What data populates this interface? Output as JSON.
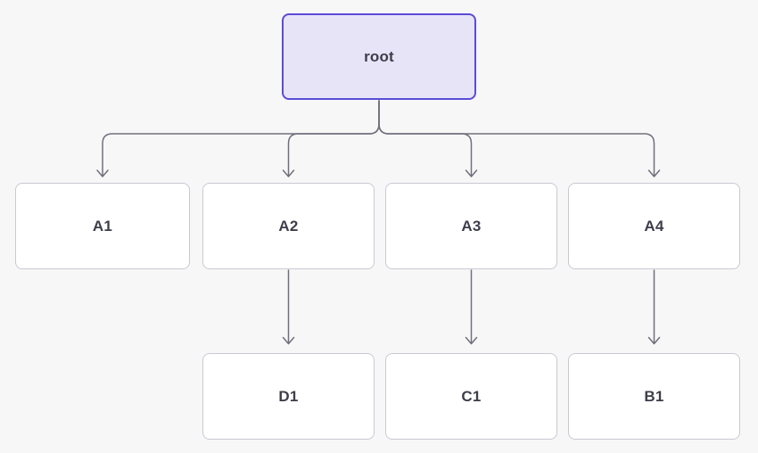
{
  "diagram": {
    "type": "tree",
    "nodes": {
      "root": {
        "label": "root",
        "role": "root"
      },
      "a1": {
        "label": "A1"
      },
      "a2": {
        "label": "A2"
      },
      "a3": {
        "label": "A3"
      },
      "a4": {
        "label": "A4"
      },
      "d1": {
        "label": "D1"
      },
      "c1": {
        "label": "C1"
      },
      "b1": {
        "label": "B1"
      }
    },
    "edges": [
      {
        "from": "root",
        "to": "A1"
      },
      {
        "from": "root",
        "to": "A2"
      },
      {
        "from": "root",
        "to": "A3"
      },
      {
        "from": "root",
        "to": "A4"
      },
      {
        "from": "A2",
        "to": "D1"
      },
      {
        "from": "A3",
        "to": "C1"
      },
      {
        "from": "A4",
        "to": "B1"
      }
    ]
  },
  "colors": {
    "background": "#f7f7f8",
    "root_fill": "#e8e4f8",
    "root_border": "#5b4cd6",
    "node_fill": "#ffffff",
    "node_border": "#c9c9d3",
    "edge_stroke": "#70707c",
    "node_text": "#3e3e4a"
  }
}
